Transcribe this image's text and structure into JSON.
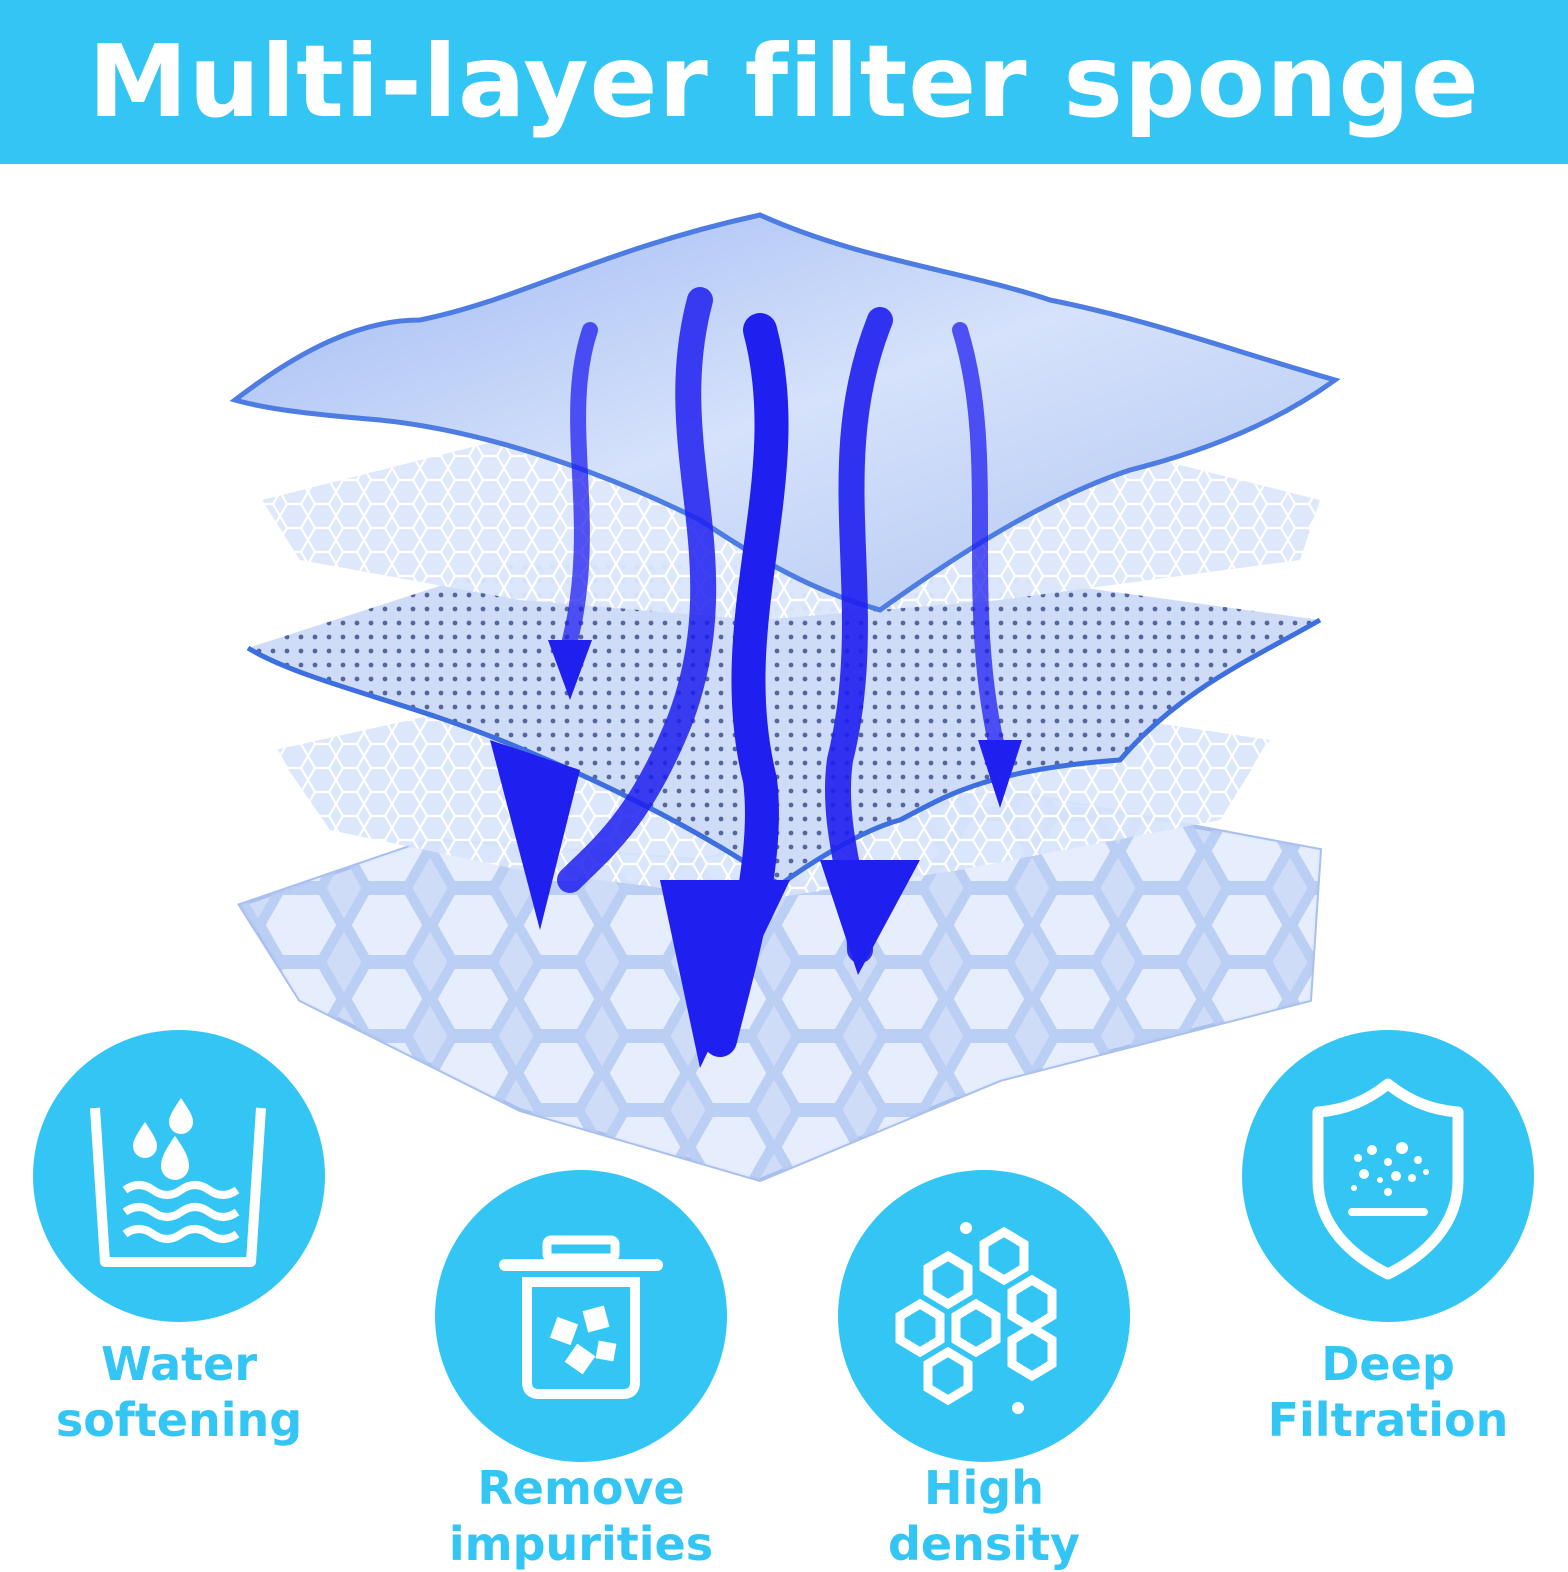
{
  "title": "Multi-layer filter sponge",
  "colors": {
    "accent": "#33c6f4",
    "arrow": "#1f1ff0",
    "layer": "#c9daf6",
    "layer_edge": "#3d6fe0"
  },
  "features": [
    {
      "icon": "water-beaker-icon",
      "line1": "Water",
      "line2": "softening"
    },
    {
      "icon": "trash-bin-icon",
      "line1": "Remove",
      "line2": "impurities"
    },
    {
      "icon": "honeycomb-icon",
      "line1": "High",
      "line2": "density"
    },
    {
      "icon": "shield-icon",
      "line1": "Deep",
      "line2": "Filtration"
    }
  ]
}
